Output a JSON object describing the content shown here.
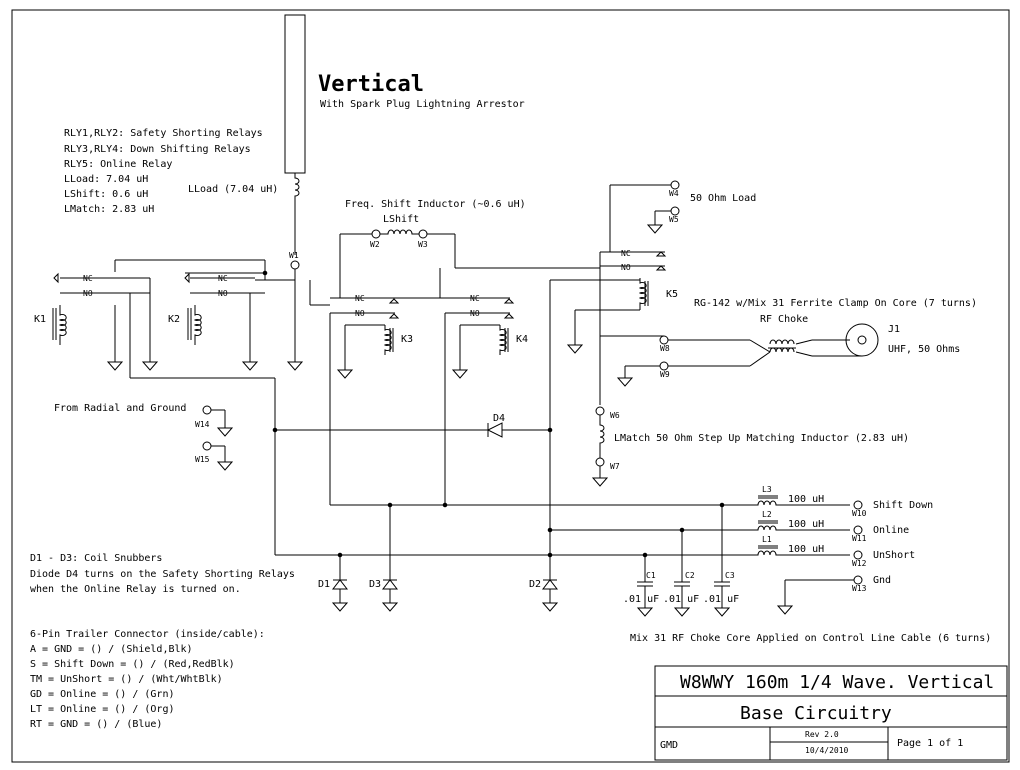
{
  "title": {
    "main": "Vertical",
    "subtitle": "With Spark Plug Lightning Arrestor"
  },
  "legend": [
    "RLY1,RLY2: Safety Shorting Relays",
    "RLY3,RLY4: Down Shifting Relays",
    "RLY5: Online Relay",
    "LLoad: 7.04 uH",
    "LShift: 0.6 uH",
    "LMatch: 2.83 uH"
  ],
  "labels": {
    "lload": "LLoad (7.04 uH)",
    "freq_shift": "Freq. Shift Inductor (~0.6 uH)",
    "lshift": "LShift",
    "load50": "50 Ohm Load",
    "rg142": "RG-142 w/Mix 31 Ferrite Clamp On Core (7 turns)",
    "rf_choke": "RF Choke",
    "j1": "J1",
    "uhf": "UHF, 50 Ohms",
    "radial": "From Radial and Ground",
    "lmatch": "LMatch  50 Ohm Step Up Matching Inductor (2.83 uH)",
    "snub1": "D1 - D3: Coil Snubbers",
    "snub2": "Diode D4 turns on the Safety Shorting Relays",
    "snub3": "when the Online Relay is turned on.",
    "mix31": "Mix 31 RF Choke Core Applied on Control Line Cable (6 turns)",
    "shift_down": "Shift Down",
    "online": "Online",
    "unshort": "UnShort",
    "gnd": "Gnd",
    "uh100": "100 uH",
    "cap_val": ".01 uF",
    "nc": "NC",
    "no": "NO"
  },
  "components": {
    "w1": "W1",
    "w2": "W2",
    "w3": "W3",
    "w4": "W4",
    "w5": "W5",
    "w6": "W6",
    "w7": "W7",
    "w8": "W8",
    "w9": "W9",
    "w10": "W10",
    "w11": "W11",
    "w12": "W12",
    "w13": "W13",
    "w14": "W14",
    "w15": "W15",
    "k1": "K1",
    "k2": "K2",
    "k3": "K3",
    "k4": "K4",
    "k5": "K5",
    "d1": "D1",
    "d2": "D2",
    "d3": "D3",
    "d4": "D4",
    "c1": "C1",
    "c2": "C2",
    "c3": "C3",
    "l1": "L1",
    "l2": "L2",
    "l3": "L3"
  },
  "connector": [
    "6-Pin Trailer Connector (inside/cable):",
    "A = GND = () / (Shield,Blk)",
    "S = Shift Down = () / (Red,RedBlk)",
    "TM = UnShort = () / (Wht/WhtBlk)",
    "GD = Online = () / (Grn)",
    "LT = Online = () / (Org)",
    "RT = GND = () / (Blue)"
  ],
  "titleblock": {
    "project": "W8WWY 160m 1/4 Wave. Vertical",
    "sheet": "Base Circuitry",
    "author": "GMD",
    "rev": "Rev 2.0",
    "date": "10/4/2010",
    "page": "Page 1 of 1"
  }
}
